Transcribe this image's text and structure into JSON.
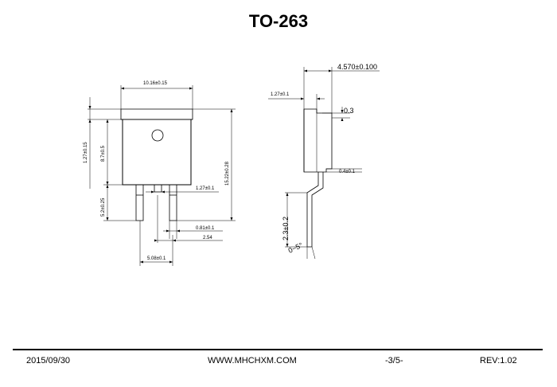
{
  "page_title": "TO-263",
  "front_view": {
    "body_width": "10.16±0.15",
    "tab_height": "1.27±0.15",
    "body_height": "8.7±0.5",
    "total_height": "15.22±0.28",
    "lead_length": "5.2±0.25",
    "lead_width": "1.27±0.1",
    "lead_thickness": "0.81±0.1",
    "pitch": "2.54",
    "lead_span": "5.08±0.1"
  },
  "side_view": {
    "overall_thickness": "4.570±0.100",
    "tab_thickness": "1.27±0.1",
    "standoff": "0.3",
    "lead_thickness": "0.4±0.1",
    "foot_length": "2.3±0.2",
    "foot_angle": "0~5°"
  },
  "footer": {
    "date": "2015/09/30",
    "website": "WWW.MHCHXM.COM",
    "page": "-3/5-",
    "revision": "REV:1.02"
  }
}
